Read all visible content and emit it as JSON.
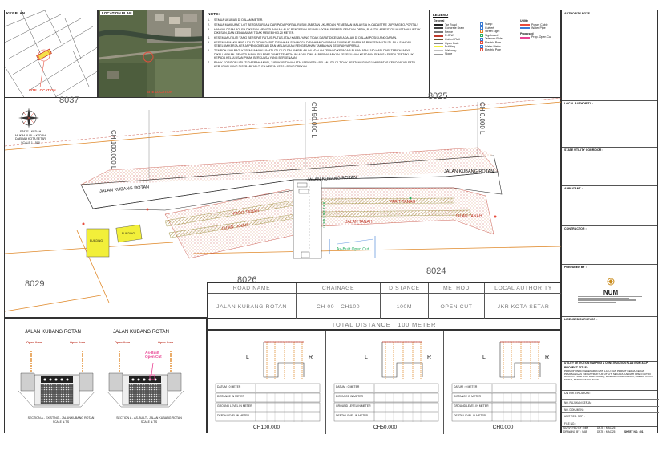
{
  "panels": {
    "key_plan": "KEY PLAN",
    "location_plan": "LOCATION PLAN",
    "site_location": "SITE LOCATION"
  },
  "notes": {
    "title": "NOTE:",
    "items": [
      "SEMUA UKURAN DI DALAM METER.",
      "SEMUA MAKLUMAT LOT BERDASARKAN DARIPADA PORTAL RASMI JABATAN UKUR DAN PEMETAAN MALAYSIA (e-CADASTRE JUPEM GEO-PORTAL)",
      "HANYA LOGAM BOLEH DIKESAN MENGGUNAKAN ALAT PENGESAN SELAIN LOGAM SEPERTI GENTIAN OPTIK, PLASTIK ASBESTOS MUSTAHIL UNTUK DIKESAN, DAN KEDALAMAN TIDAK MELEBIHI 3.20 METER.",
      "KESEMUA UTILITI YANG BERSIFAT PUTUS-PUTUS ATAU KABEL YANG TIDAK DAPAT DIKESAN ADALAH DI DALAM POSISI ANGGARAN.",
      "KESEMUA MAKLUMAT UTILITI TIDAK DAPAT DISAHKAN SEHINGGA DISAHKAN DARIPADA SYARIKAT-SYARIKAT PENYEDIA UTILITI. SILA SAHKAN SEBELUM KERJA-KERJA PENGOREKAN DAN MELAKUKAN PENGESAHAN TAMBAHAN SEKIRANYA PERLU.",
      "TEMPOH SAH BAGI KESEMUA MAKLUMAT UTILITI DI DALAM PELAN INI ADALAH TERHAD KEPADA 6 BULAN ATAU 180 HARI DARI TARIKH IANYA DIKELUARKAN. PENGGUNAAN SELEPAS TAMAT TEMPOH INI AKAN DINILAI BERDASARKAN KESESUAIAN KEADAAN SEMASA SERTA TERTAKLUK KEPADA KELULUSAN PIHAK BERKUASA YANG BERKENAAN.",
      "PIHAK KORIDOR UTILITI DAERAH AMAN, JURUKUR TANAH ATAU PENYEDIA PELAN UTILITI TIDAK BERTANGGUNGJAWAB ATAS KEROSAKAN SATU KERUGIAN YANG DISEBABKAN OLEH KERJA-KERJA PENGOREKAN."
    ]
  },
  "legend": {
    "title": "LEGEND",
    "general_title": "General",
    "utility_title": "Utility",
    "proposed_title": "Proposed",
    "general": [
      {
        "label": "Tar Road",
        "color": "#222222"
      },
      {
        "label": "Concrete Drain",
        "color": "#444444"
      },
      {
        "label": "Fence",
        "color": "#777777"
      },
      {
        "label": "R.O.W",
        "color": "#c0392b"
      },
      {
        "label": "Culvert Rail",
        "color": "#6b4f2a"
      },
      {
        "label": "Open Gate",
        "color": "#888888"
      },
      {
        "label": "Building",
        "color": "#f2ef3a"
      },
      {
        "label": "Walkway",
        "color": "#bfbfbf"
      },
      {
        "label": "Slope",
        "color": "#999999"
      }
    ],
    "middle": [
      {
        "label": "Sump",
        "color": "#3a7bd5"
      },
      {
        "label": "Culvert",
        "color": "#3a7bd5"
      },
      {
        "label": "Street Light",
        "color": "#e67e22"
      },
      {
        "label": "Signboard",
        "color": "#27ae60"
      },
      {
        "label": "Telecom Pole",
        "color": "#3a7bd5"
      },
      {
        "label": "Electric Pole",
        "color": "#e74c3c"
      },
      {
        "label": "Water Meter",
        "color": "#3a7bd5"
      },
      {
        "label": "Electric Pole",
        "color": "#e74c3c"
      }
    ],
    "utility": [
      {
        "label": "Power Cable",
        "color": "#e74c3c"
      },
      {
        "label": "Water Pipe",
        "color": "#3a7bd5"
      }
    ],
    "proposed": [
      {
        "label": "Prop. Open Cut",
        "color": "#e84393"
      }
    ]
  },
  "plan": {
    "lots": [
      "8037",
      "8025",
      "8029",
      "8026",
      "8024"
    ],
    "chainage": [
      "CH 100.000 L",
      "CH 50.000 L",
      "CH 0.000 L"
    ],
    "roads": [
      "JALAN KUBANG ROTAN",
      "JALAN KUBANG ROTAN",
      "JALAN KUBANG ROTAN"
    ],
    "parit": [
      "PARIT TANAH",
      "PARIT TANAH"
    ],
    "jalan_tanah": [
      "JALAN TANAH",
      "JALAN TANAH",
      "JALAN TANAH"
    ],
    "buildings": [
      "BUILDING",
      "BUILDING"
    ],
    "as_built": "As-Built Open Cut"
  },
  "compass": {
    "lines": [
      "STATE : KEDAH",
      "MUKIM KUALA KEDAH",
      "DAERAH KOTA SETAR",
      "SCALE 1 : 500"
    ]
  },
  "road_table": {
    "headers": [
      "ROAD NAME",
      "CHAINAGE",
      "DISTANCE",
      "METHOD",
      "LOCAL AUTHORITY"
    ],
    "values": [
      "JALAN KUBANG ROTAN",
      "CH 00 - CH100",
      "100M",
      "OPEN CUT",
      "JKR KOTA SETAR"
    ],
    "total": "TOTAL DISTANCE : 100 METER"
  },
  "sections": [
    {
      "title": "JALAN KUBANG ROTAN",
      "open_area": [
        "Open Area",
        "Open Area"
      ],
      "caption": "SECTION A - EXISTING - JALAN KUBANG ROTAN",
      "scale": "SCALE N.T.S"
    },
    {
      "title": "JALAN KUBANG ROTAN",
      "open_area": [
        "Open Area",
        "Open Area"
      ],
      "as_built": "As-Built Open Cut",
      "caption": "SECTION A - AS-BUILT - JALAN KUBANG ROTAN",
      "scale": "SCALE N.T.S"
    }
  ],
  "profiles": [
    {
      "caption": "CH100.000",
      "rows": [
        "DATUM : 0 METER",
        "DISTANCE IN METER",
        "GROUND LEVEL IN METER",
        "DEPTH LEVEL IN METER"
      ]
    },
    {
      "caption": "CH50.000",
      "rows": [
        "DATUM : 0 METER",
        "DISTANCE IN METER",
        "GROUND LEVEL IN METER",
        "DEPTH LEVEL IN METER"
      ]
    },
    {
      "caption": "CH0.000",
      "rows": [
        "DATUM : 0 METER",
        "DISTANCE IN METER",
        "GROUND LEVEL IN METER",
        "DEPTH LEVEL IN METER"
      ]
    }
  ],
  "profile_sides": [
    "L",
    "R"
  ],
  "title_block": {
    "authority_note": "AUTHORITY NOTE :",
    "local_authority": "LOCAL AUTHORITY :",
    "state_utility_corridor": "STATE UTILITY CORRIDOR :",
    "applicant": "APPLICANT :",
    "contractor": "CONTRACTOR :",
    "prepared_by": "PREPARED BY :",
    "company": "NUM",
    "licensed_surveyor": "LICENSED SURVEYOR :",
    "drawing_title": "UTILITY DETECTION MAPPING & CONSTRUCTION PLAN (UDM & CP)",
    "project_title_label": "PROJECT TITLE :",
    "project_title": "PERMOHONAN KEBENARAN IZIN LALU DAN PERMIT KERJA-KERJA PEMASANGAN INFRASTRUKTUR UTILITI SECARA KAEDAH OPEN CUT DI ATAS LOT 1008 (LOT BARU 80048), BANDAR KUALA KEDAH, DAERAH KOTA SETAR, KEDAH DARUL AMAN.",
    "untuk_tindakan": "UNTUK TINDAKAN :",
    "fields": [
      "NO. RUJUKAN KERJA :",
      "NO. DOKUMEN :",
      "UNIT REG. REF. :",
      "FILE NO. :"
    ],
    "surveyed_by": "SURVEYED BY : NIM",
    "drawing_by": "DRAWING BY : SAB",
    "date1": "DATE : MAC 25",
    "date2": "DATE : MAC 25",
    "sheet_no": "SHEET NO. : 01"
  }
}
